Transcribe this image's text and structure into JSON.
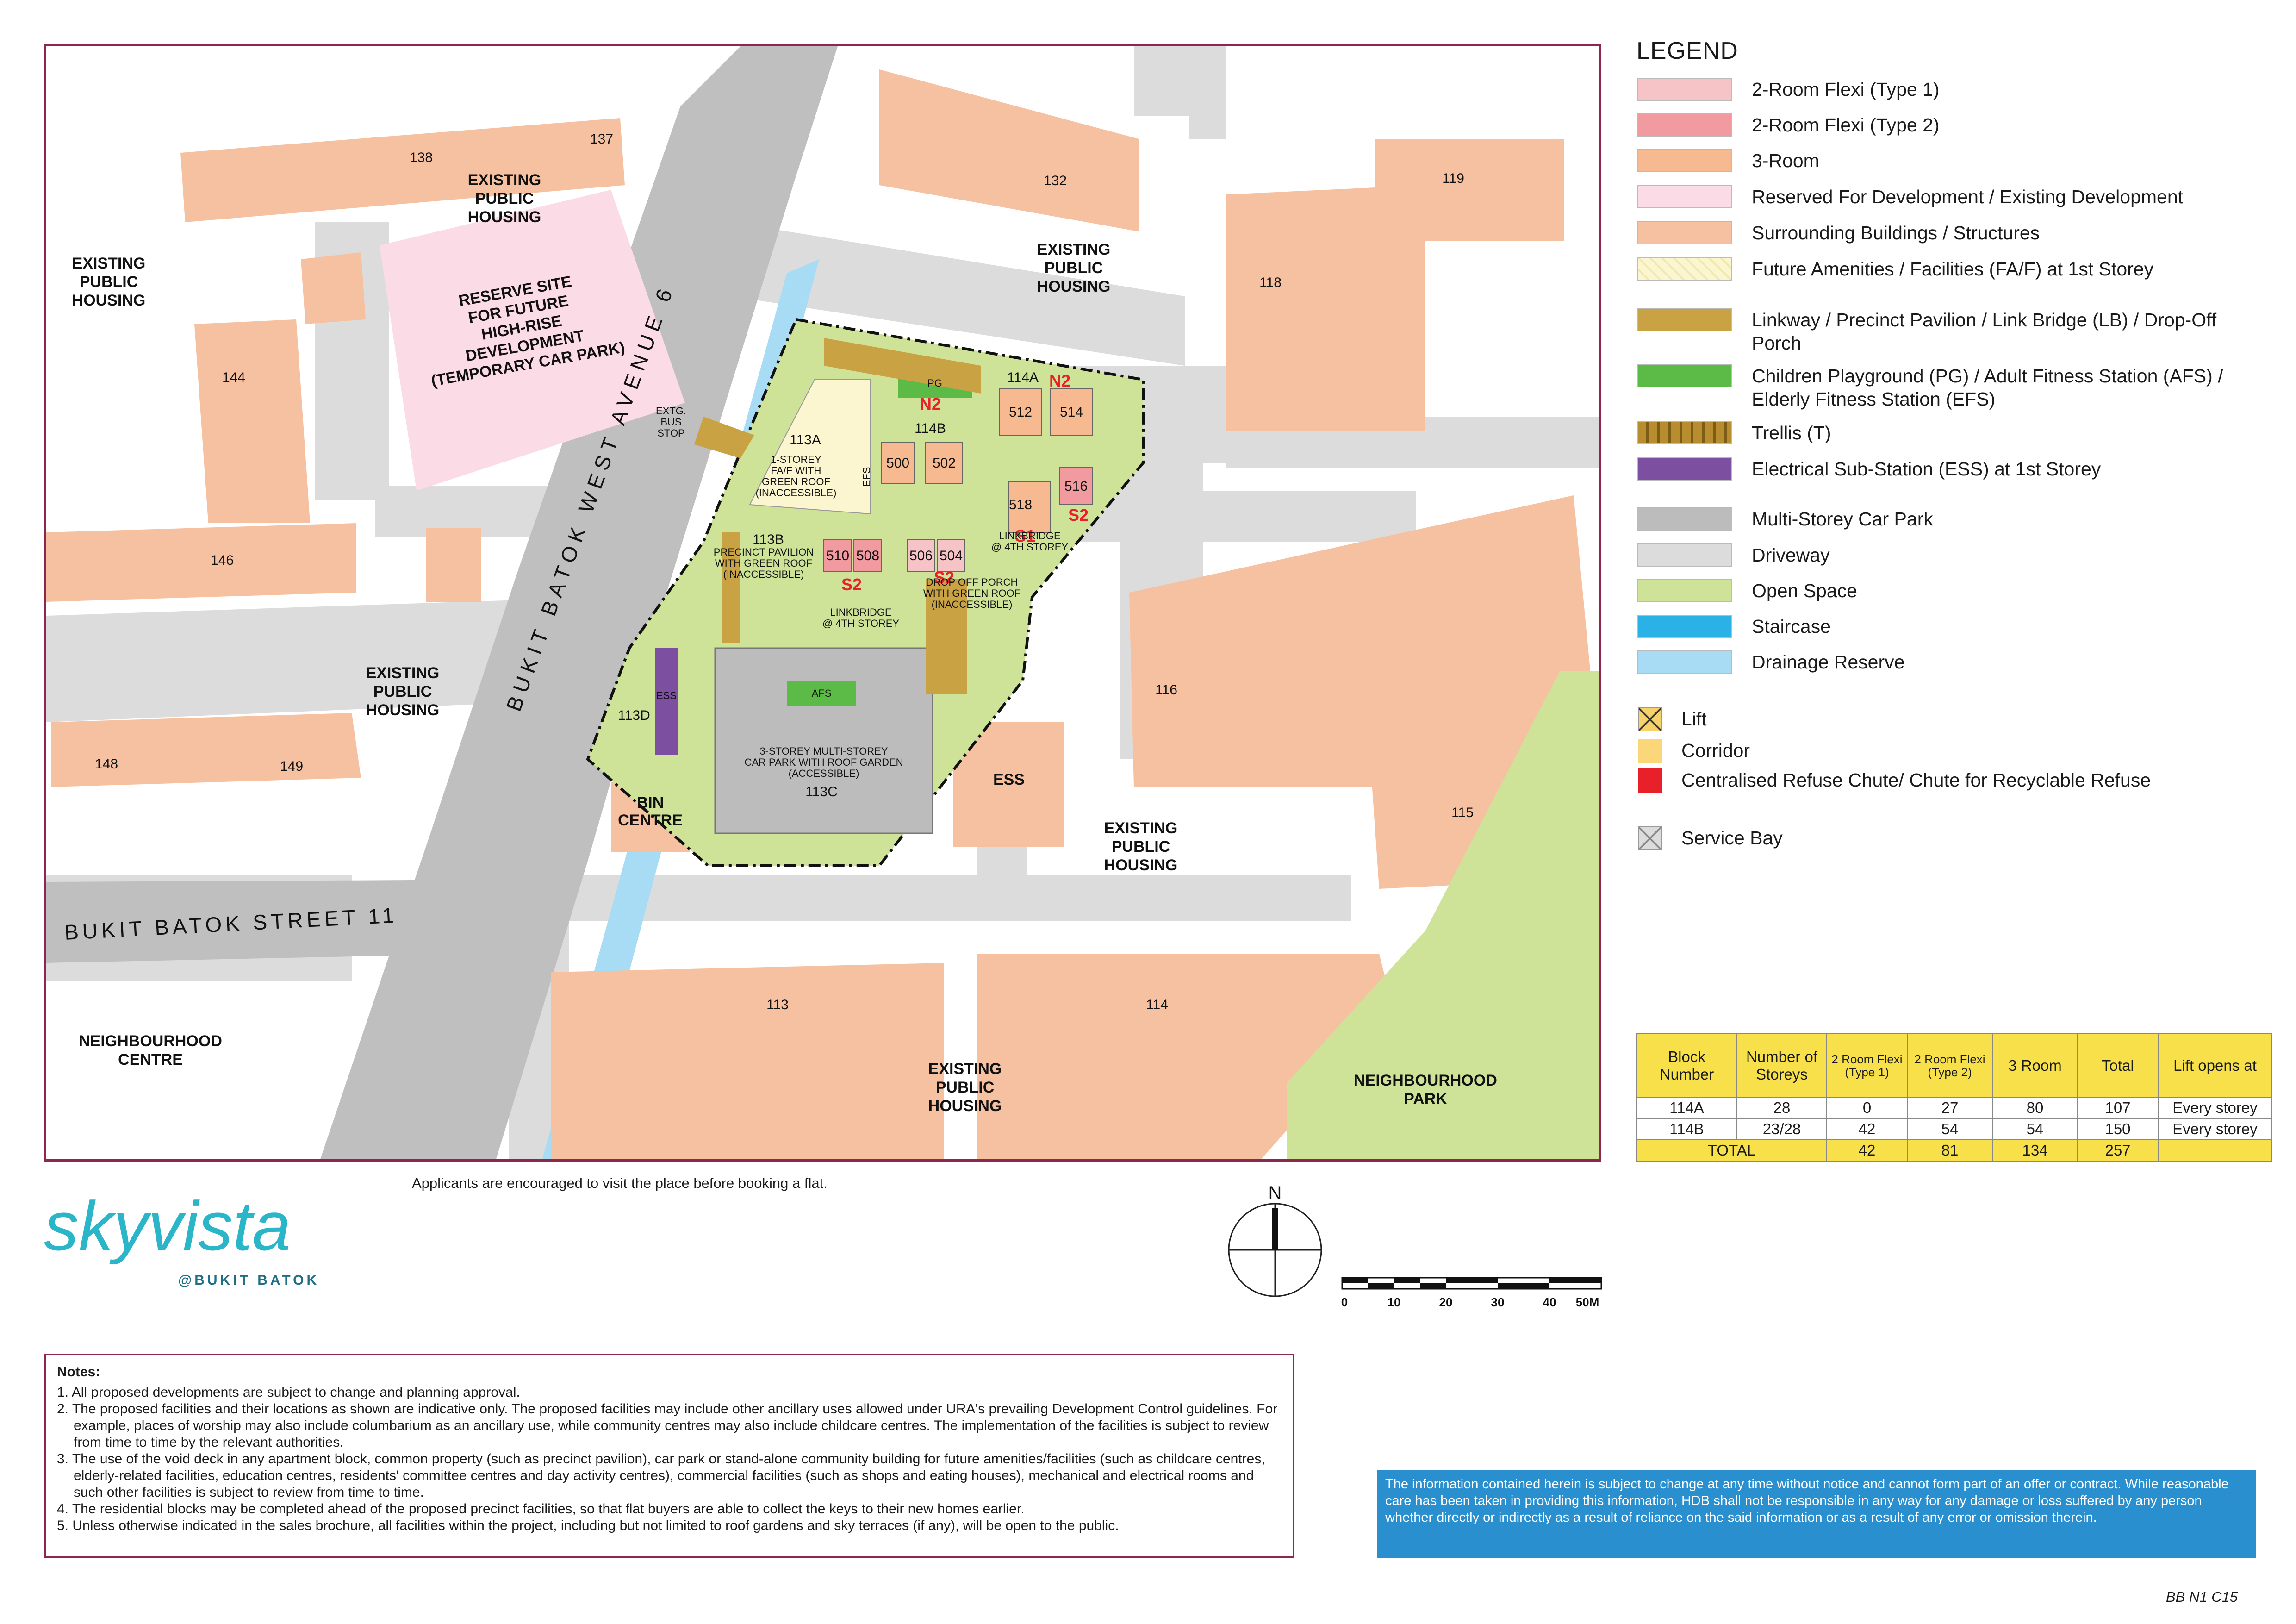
{
  "legend": {
    "title": "LEGEND",
    "items": [
      {
        "label": "2-Room Flexi (Type 1)",
        "color": "#f6c3c7"
      },
      {
        "label": "2-Room Flexi (Type 2)",
        "color": "#f19aa0"
      },
      {
        "label": "3-Room",
        "color": "#f7b98f"
      },
      {
        "label": "Reserved For Development / Existing Development",
        "color": "#fadbe6"
      },
      {
        "label": "Surrounding Buildings / Structures",
        "color": "#f6c1a0"
      },
      {
        "label": "Future Amenities / Facilities (FA/F) at 1st Storey",
        "color": "#fbf6cf"
      },
      {
        "label": "Linkway / Precinct Pavilion / Link Bridge (LB) / Drop-Off Porch",
        "color": "#c9a343"
      },
      {
        "label": "Children Playground (PG) / Adult Fitness Station (AFS) / Elderly Fitness Station (EFS)",
        "color": "#5cba47"
      },
      {
        "label": "Trellis (T)",
        "color": "#b88d2f"
      },
      {
        "label": "Electrical Sub-Station (ESS) at 1st Storey",
        "color": "#7c4fa0"
      },
      {
        "label": "Multi-Storey Car Park",
        "color": "#bcbcbc"
      },
      {
        "label": "Driveway",
        "color": "#dcdcdc"
      },
      {
        "label": "Open Space",
        "color": "#cfe398"
      },
      {
        "label": "Staircase",
        "color": "#2ab2e6"
      },
      {
        "label": "Drainage Reserve",
        "color": "#a8dcf4"
      },
      {
        "label": "Lift",
        "color": "#f7d26a"
      },
      {
        "label": "Corridor",
        "color": "#fbd77a"
      },
      {
        "label": "Centralised Refuse Chute/ Chute for Recyclable Refuse",
        "color": "#e8202a"
      },
      {
        "label": "Service Bay",
        "color": "#dcdcdc"
      }
    ]
  },
  "map": {
    "roads": [
      "BUKIT BATOK WEST AVENUE 6",
      "BUKIT BATOK STREET 11"
    ],
    "areas": [
      "EXISTING PUBLIC HOUSING",
      "RESERVE SITE FOR FUTURE HIGH-RISE DEVELOPMENT (TEMPORARY CAR PARK)",
      "NEIGHBOURHOOD CENTRE",
      "NEIGHBOURHOOD PARK",
      "BIN CENTRE",
      "ESS"
    ],
    "blocks": [
      "138",
      "137",
      "144",
      "146",
      "148",
      "149",
      "132",
      "119",
      "118",
      "116",
      "115",
      "113",
      "114",
      "113A",
      "113B",
      "113C",
      "113D",
      "114A",
      "114B"
    ],
    "units": [
      "500",
      "502",
      "506",
      "504",
      "510",
      "508",
      "512",
      "514",
      "516",
      "518"
    ],
    "markers": [
      "N2",
      "S2",
      "S1",
      "PG",
      "AFS",
      "EFS",
      "ESS"
    ],
    "notes_small": [
      "1-STOREY FA/F WITH GREEN ROOF (INACCESSIBLE)",
      "PRECINCT PAVILION WITH GREEN ROOF (INACCESSIBLE)",
      "DROP OFF PORCH WITH GREEN ROOF (INACCESSIBLE)",
      "LINKBRIDGE @ 4TH STOREY",
      "3-STOREY MULTI-STOREY CAR PARK WITH ROOF GARDEN (ACCESSIBLE)",
      "EXTG. BUS STOP"
    ],
    "north": "N",
    "scale": [
      "0",
      "10",
      "20",
      "30",
      "40",
      "50M"
    ]
  },
  "table": {
    "headers": [
      "Block Number",
      "Number of Storeys",
      "2 Room Flexi (Type 1)",
      "2 Room Flexi (Type 2)",
      "3 Room",
      "Total",
      "Lift opens at"
    ],
    "rows": [
      [
        "114A",
        "28",
        "0",
        "27",
        "80",
        "107",
        "Every storey"
      ],
      [
        "114B",
        "23/28",
        "42",
        "54",
        "54",
        "150",
        "Every storey"
      ]
    ],
    "total": [
      "TOTAL",
      "42",
      "81",
      "134",
      "257"
    ]
  },
  "applicants_note": "Applicants are encouraged to visit the place before booking a flat.",
  "logo": {
    "name": "skyvista",
    "sub": "@BUKIT BATOK"
  },
  "notes": {
    "title": "Notes:",
    "items": [
      "1. All proposed developments are subject to change and planning approval.",
      "2. The proposed facilities and their locations as shown are indicative only. The proposed facilities may include other ancillary uses allowed under URA's prevailing Development Control guidelines. For example, places of worship may also include columbarium as an ancillary use, while community centres may also include childcare centres. The implementation of the facilities is subject to review from time to time by the relevant authorities.",
      "3. The use of the void deck in any apartment block, common property (such as precinct pavilion), car park or stand-alone community building for future amenities/facilities (such as childcare centres, elderly-related facilities, education centres, residents' committee centres and day activity centres), commercial facilities (such as shops and eating houses), mechanical and electrical rooms and such other facilities is subject to review from time to time.",
      "4. The residential blocks may be completed ahead of the proposed precinct facilities, so that flat buyers are able to collect the keys to their new homes earlier.",
      "5. Unless otherwise indicated in the sales brochure, all facilities within the project, including but not limited to roof gardens and sky terraces (if any), will be open to the public."
    ]
  },
  "disclaimer": "The information contained herein is subject to change at any time without notice and cannot form part of an offer or contract. While reasonable care has been taken in providing this information, HDB shall not be responsible in any way for any damage or loss suffered by any person whether directly or indirectly as a result of reliance on the said information or as a result of any error or omission therein.",
  "code": "BB N1 C15"
}
